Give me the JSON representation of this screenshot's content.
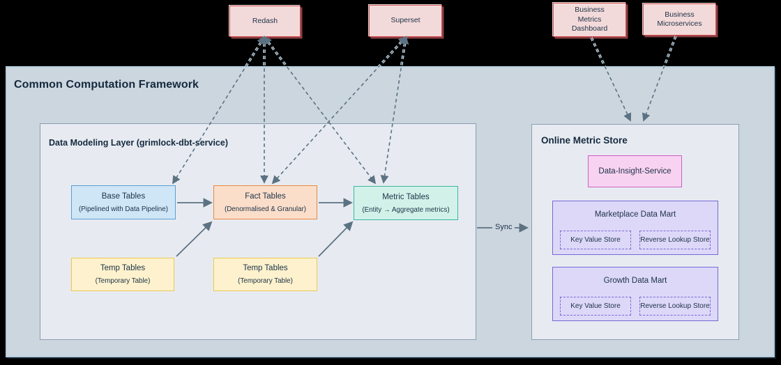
{
  "framework": {
    "title": "Common Computation Framework"
  },
  "external": {
    "redash": {
      "label": "Redash",
      "lines": [
        "Redash"
      ]
    },
    "superset": {
      "label": "Superset",
      "lines": [
        "Superset"
      ]
    },
    "bmd": {
      "label": "Business Metrics Dashboard",
      "lines": [
        "Business",
        "Metrics",
        "Dashboard"
      ]
    },
    "bms": {
      "label": "Business Microservices",
      "lines": [
        "Business",
        "Microservices"
      ]
    }
  },
  "dml": {
    "title": "Data Modeling Layer (grimlock-dbt-service)",
    "base": {
      "title": "Base Tables",
      "subtitle": "(Pipelined with Data Pipeline)"
    },
    "fact": {
      "title": "Fact Tables",
      "subtitle": "(Denormalised & Granular)"
    },
    "metric": {
      "title": "Metric Tables",
      "subtitle": "(Entity → Aggregate metrics)"
    },
    "temp1": {
      "title": "Temp Tables",
      "subtitle": "(Temporary Table)"
    },
    "temp2": {
      "title": "Temp Tables",
      "subtitle": "(Temporary Table)"
    }
  },
  "oms": {
    "title": "Online Metric Store",
    "service_label": "Data-Insight-Service",
    "marts": [
      {
        "title": "Marketplace Data Mart",
        "stores": [
          "Key Value Store",
          "Reverse Lookup Store"
        ]
      },
      {
        "title": "Growth Data Mart",
        "stores": [
          "Key Value Store",
          "Reverse Lookup Store"
        ]
      }
    ]
  },
  "labels": {
    "sync": "Sync"
  },
  "colors": {
    "canvas_background": "#000000",
    "framework_fill": "#ccd6df",
    "panel_fill": "#e7ebf1",
    "external_fill": "#f3dada",
    "external_border": "#d65151",
    "base_fill": "#cfe6f7",
    "base_border": "#5e9dd3",
    "fact_fill": "#fbdeca",
    "fact_border": "#e7873f",
    "metric_fill": "#d2f2e9",
    "metric_border": "#3ab6a2",
    "temp_fill": "#fdf2cd",
    "temp_border": "#ecc84d",
    "insight_fill": "#f8d3f1",
    "insight_border": "#ca60c3",
    "mart_fill": "#ddd8f8",
    "mart_border": "#7668d6",
    "edge_color": "#5b7282",
    "text_color": "#1c3147"
  }
}
